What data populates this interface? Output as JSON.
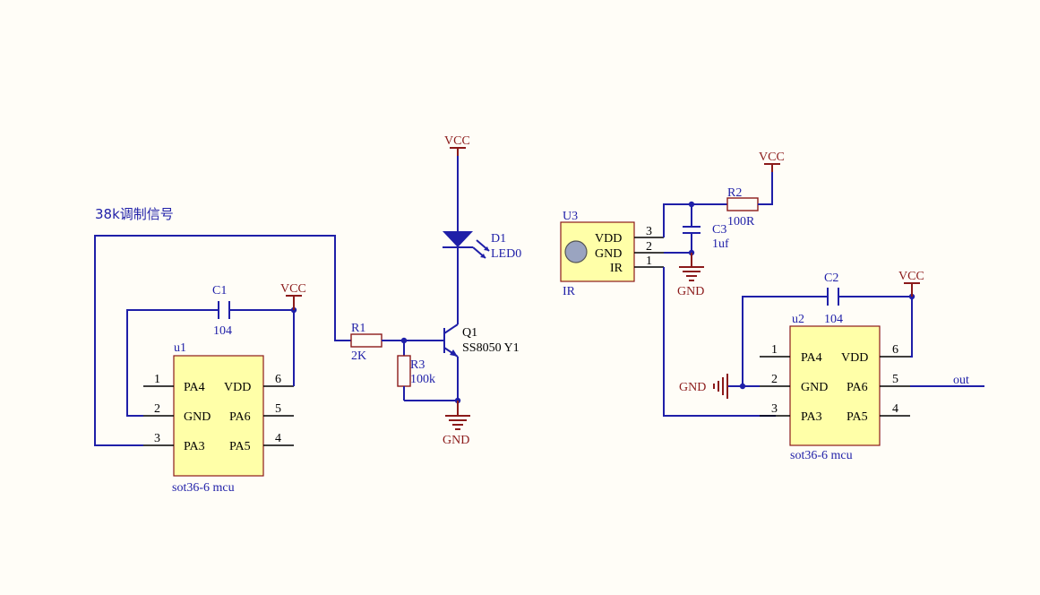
{
  "annotation": "38k调制信号",
  "power": {
    "vcc": "VCC",
    "gnd": "GND"
  },
  "mcu1": {
    "designator": "u1",
    "footer": "sot36-6  mcu",
    "pins_left": [
      {
        "num": "1",
        "name": "PA4"
      },
      {
        "num": "2",
        "name": "GND"
      },
      {
        "num": "3",
        "name": "PA3"
      }
    ],
    "pins_right": [
      {
        "num": "6",
        "name": "VDD"
      },
      {
        "num": "5",
        "name": "PA6"
      },
      {
        "num": "4",
        "name": "PA5"
      }
    ]
  },
  "mcu2": {
    "designator": "u2",
    "footer": "sot36-6  mcu",
    "pins_left": [
      {
        "num": "1",
        "name": "PA4"
      },
      {
        "num": "2",
        "name": "GND"
      },
      {
        "num": "3",
        "name": "PA3"
      }
    ],
    "pins_right": [
      {
        "num": "6",
        "name": "VDD"
      },
      {
        "num": "5",
        "name": "PA6"
      },
      {
        "num": "4",
        "name": "PA5"
      }
    ],
    "out_net": "out"
  },
  "c1": {
    "designator": "C1",
    "value": "104"
  },
  "c2": {
    "designator": "C2",
    "value": "104"
  },
  "c3": {
    "designator": "C3",
    "value": "1uf"
  },
  "r1": {
    "designator": "R1",
    "value": "2K"
  },
  "r2": {
    "designator": "R2",
    "value": "100R"
  },
  "r3": {
    "designator": "R3",
    "value": "100k"
  },
  "d1": {
    "designator": "D1",
    "value": "LED0"
  },
  "q1": {
    "designator": "Q1",
    "value": "SS8050 Y1"
  },
  "u3": {
    "designator": "U3",
    "footer": "IR",
    "pins": [
      {
        "num": "3",
        "name": "VDD"
      },
      {
        "num": "2",
        "name": "GND"
      },
      {
        "num": "1",
        "name": "IR"
      }
    ]
  }
}
